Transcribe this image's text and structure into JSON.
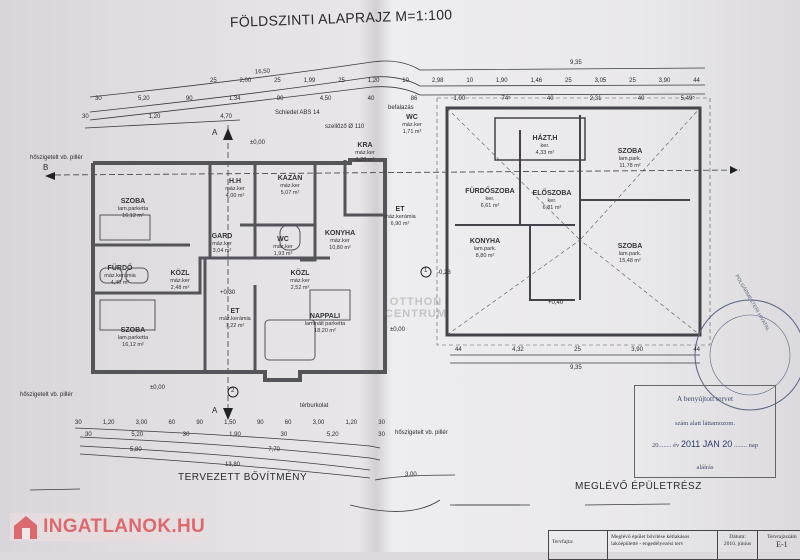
{
  "title": "FÖLDSZINTI ALAPRAJZ M=1:100",
  "dims_top": {
    "total_left": "16,50",
    "total_right": "9,35",
    "row1": [
      "25",
      "2,00",
      "25",
      "1,99",
      "25",
      "1,20",
      "10",
      "2,98",
      "10",
      "1,90",
      "1,46",
      "25",
      "3,05",
      "25",
      "3,90",
      "44"
    ],
    "row2": [
      "30",
      "5,20",
      "90",
      "1,34",
      "90",
      "4,50",
      "40",
      "86",
      "1,00",
      "74⁵",
      "40",
      "2,31",
      "40",
      "5,49⁵"
    ],
    "row3": [
      "30",
      "1,20",
      "4,70"
    ]
  },
  "dims_bottom": {
    "row1": [
      "30",
      "1,20",
      "3,00",
      "60",
      "90",
      "1,50",
      "90",
      "60",
      "3,00",
      "1,20",
      "30"
    ],
    "row2": [
      "30",
      "5,20",
      "30",
      "1,90",
      "30",
      "5,20",
      "30"
    ],
    "row3": [
      "5,80",
      "7,70"
    ],
    "row4": "13,80",
    "row5": "3,00",
    "right_total": "9,35",
    "right_row": [
      "44",
      "4,32",
      "25",
      "3,90",
      "44"
    ]
  },
  "rooms": [
    {
      "name": "SZOBA",
      "floor": "lam.parketta",
      "area": "16,12 m²"
    },
    {
      "name": "FÜRDŐ",
      "floor": "máz.kerámia",
      "area": "4,40 m²"
    },
    {
      "name": "KÖZL",
      "floor": "máz.ker",
      "area": "2,48 m²"
    },
    {
      "name": "SZOBA",
      "floor": "lam.parketta",
      "area": "16,12 m²"
    },
    {
      "name": "H.H",
      "floor": "máz.ker",
      "area": "4,00 m²"
    },
    {
      "name": "KAZÁN",
      "floor": "máz.ker",
      "area": "5,07 m²"
    },
    {
      "name": "GARD",
      "floor": "máz.ker",
      "area": "3,04 m²"
    },
    {
      "name": "WC",
      "floor": "máz.ker",
      "area": "1,93 m²"
    },
    {
      "name": "KONYHA",
      "floor": "máz.ker",
      "area": "10,80 m²"
    },
    {
      "name": "KÖZL",
      "floor": "máz.ker",
      "area": "2,52 m²"
    },
    {
      "name": "ET",
      "floor": "máz.kerámia",
      "area": "7,22 m²"
    },
    {
      "name": "NAPPALI",
      "floor": "laminált parketta",
      "area": "18,20 m²"
    },
    {
      "name": "KRA",
      "floor": "máz.ker",
      "area": "1,20 m²"
    },
    {
      "name": "WC",
      "floor": "máz.ker",
      "area": "1,71 m²"
    },
    {
      "name": "ET",
      "floor": "máz.kerámia",
      "area": "6,90 m²"
    },
    {
      "name": "HÁZT.H",
      "floor": "ker.",
      "area": "4,33 m²"
    },
    {
      "name": "SZOBA",
      "floor": "lam.park.",
      "area": "11,78 m²"
    },
    {
      "name": "FÜRDŐSZOBA",
      "floor": "ker.",
      "area": "6,61 m²"
    },
    {
      "name": "ELŐSZOBA",
      "floor": "ker.",
      "area": "6,81 m²"
    },
    {
      "name": "KONYHA",
      "floor": "lam.park.",
      "area": "8,80 m²"
    },
    {
      "name": "SZOBA",
      "floor": "lam.park.",
      "area": "15,48 m²"
    }
  ],
  "annotations": {
    "schiedel": "Schiedel ABS 14",
    "szellozo": "szellőző Ø 110",
    "befalazas": "befalazás",
    "piller": "hőszigetelt vb. pillér",
    "terburkolat": "térburkolat",
    "level0": "±0,00",
    "level1": "+0,30",
    "level2": "-0,28",
    "level3": "+0,40",
    "section": "A",
    "sectionB": "B",
    "marker1": "1",
    "marker2": "2"
  },
  "section_labels": {
    "planned": "TERVEZETT BŐVÍTMÉNY",
    "existing": "MEGLÉVŐ ÉPÜLETRÉSZ"
  },
  "watermark": {
    "line1": "OTTHON",
    "line2": "CENTRUM"
  },
  "logo": {
    "text": "INGATLANOK.HU"
  },
  "stamp": {
    "line1": "A benyújtott tervet",
    "line2": "szám alatt láttamozom.",
    "line3_prefix": "20........ év",
    "date": "2011 JAN 20",
    "line3_suffix": "........ nap",
    "sign": "aláírás",
    "seal": "POLGÁRMESTERI HIVATAL"
  },
  "title_block": {
    "type_label": "Tervfajta:",
    "type_value": "Meglévő épület bővítése kétlakásos lakóépületté - engedélyezési terv",
    "date_label": "Dátum:",
    "date_value": "2010. június",
    "num_label": "Tervrajzszám",
    "num_value": "E-1"
  },
  "colors": {
    "wall": "#55545a",
    "line": "#3a3a40",
    "logo": "#d96a6f"
  }
}
